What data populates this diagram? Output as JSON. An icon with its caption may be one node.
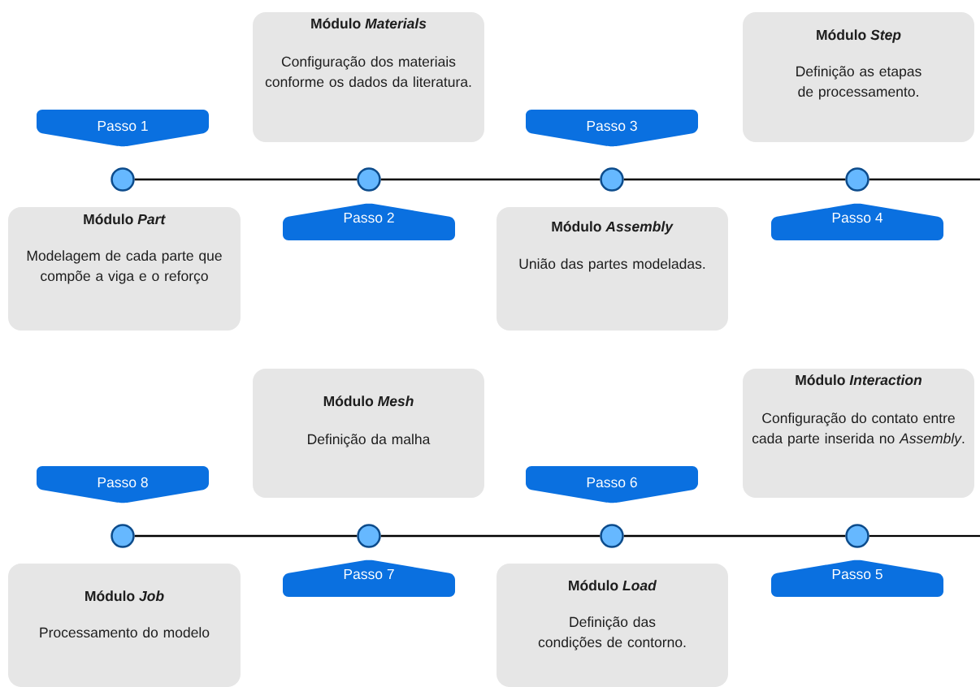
{
  "diagram": {
    "nodes": [
      {
        "text": [
          "Passo 1"
        ]
      },
      {
        "text": [],
        "shape": "circle"
      },
      {
        "text": [
          "Módulo *Part*",
          "Modelagem de cada parte que compõe a viga e o reforço"
        ]
      },
      {
        "text": [
          "Passo 2"
        ]
      },
      {
        "text": [],
        "shape": "circle"
      },
      {
        "text": [
          "Módulo *Materials*",
          "Configuração dos materiais conforme os dados da literatura."
        ]
      },
      {
        "text": [
          "Passo 3"
        ]
      },
      {
        "text": [],
        "shape": "circle"
      },
      {
        "text": [
          "Módulo *Assembly*",
          "União das partes modeladas."
        ]
      },
      {
        "text": [
          "Passo 4"
        ]
      },
      {
        "text": [],
        "shape": "circle"
      },
      {
        "text": [
          "Módulo *Step*",
          "Definição as etapas de processamento."
        ]
      },
      {
        "text": [
          "Passo 8"
        ]
      },
      {
        "text": [],
        "shape": "circle"
      },
      {
        "text": [
          "Módulo *Job*",
          "Processamento do modelo"
        ]
      },
      {
        "text": [
          "Passo 7"
        ]
      },
      {
        "text": [],
        "shape": "circle"
      },
      {
        "text": [
          "Módulo *Mesh*",
          "Definição da malha"
        ]
      },
      {
        "text": [
          "Passo 6"
        ]
      },
      {
        "text": [],
        "shape": "circle"
      },
      {
        "text": [
          "Módulo *Load*",
          "Definição das condições de contorno."
        ]
      },
      {
        "text": [
          "Passo 5"
        ]
      },
      {
        "text": [],
        "shape": "circle"
      },
      {
        "text": [
          "Módulo *Interaction*",
          "Configuração do contato entre cada parte inserida no *Assembly*."
        ]
      }
    ],
    "edges": [
      {
        "from": 1,
        "to": 4,
        "arrow": "none"
      },
      {
        "from": 4,
        "to": 7,
        "arrow": "none"
      },
      {
        "from": 7,
        "to": 10,
        "arrow": "none"
      },
      {
        "from": 10,
        "to": null,
        "arrow": "none"
      },
      {
        "from": 13,
        "to": 16,
        "arrow": "none"
      },
      {
        "from": 16,
        "to": 19,
        "arrow": "none"
      },
      {
        "from": 19,
        "to": 22,
        "arrow": "none"
      },
      {
        "from": 22,
        "to": null,
        "arrow": "none"
      }
    ]
  }
}
